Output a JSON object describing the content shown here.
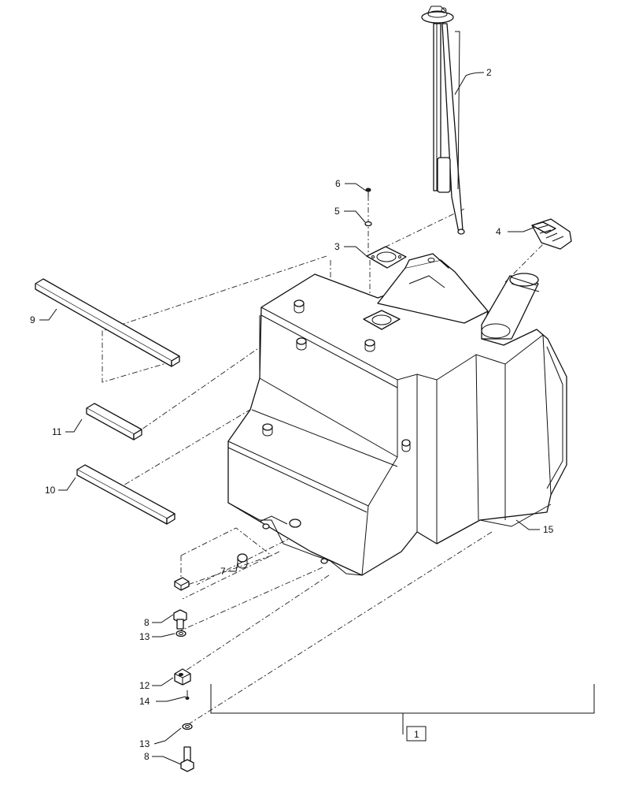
{
  "callouts": {
    "c1": "1",
    "c2": "2",
    "c3": "3",
    "c4": "4",
    "c5": "5",
    "c6": "6",
    "c7": "7",
    "c8a": "8",
    "c8b": "8",
    "c9": "9",
    "c10": "10",
    "c11": "11",
    "c12": "12",
    "c13a": "13",
    "c13b": "13",
    "c14": "14",
    "c15": "15"
  }
}
